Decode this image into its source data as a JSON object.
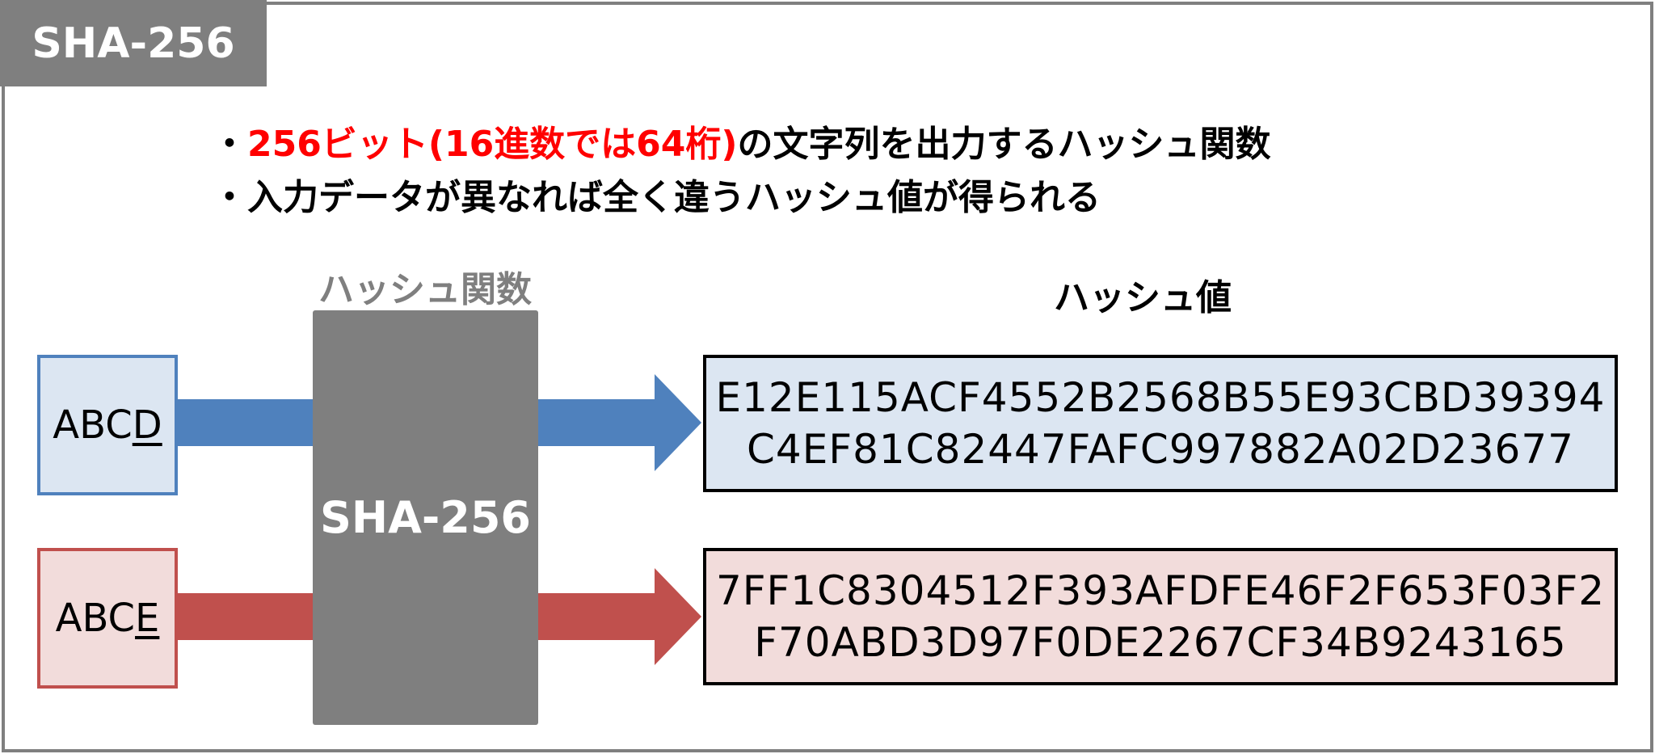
{
  "title": "SHA-256",
  "bullets": [
    {
      "prefix": "・",
      "highlight": "256ビット(16進数では64桁)",
      "text": "の文字列を出力するハッシュ関数"
    },
    {
      "prefix": "・",
      "highlight": "",
      "text": "入力データが異なれば全く違うハッシュ値が得られる"
    }
  ],
  "hash_function_label": "ハッシュ関数",
  "hash_function_name": "SHA-256",
  "hash_value_label": "ハッシュ値",
  "inputs": [
    {
      "base": "ABC",
      "changed": "D",
      "color": "#4f81bd",
      "fill": "#dce6f2"
    },
    {
      "base": "ABC",
      "changed": "E",
      "color": "#c0504d",
      "fill": "#f2dcdb"
    }
  ],
  "outputs": [
    {
      "line1": "E12E115ACF4552B2568B55E93CBD39394",
      "line2": "C4EF81C82447FAFC997882A02D23677"
    },
    {
      "line1": "7FF1C8304512F393AFDFE46F2F653F03F2",
      "line2": "F70ABD3D97F0DE2267CF34B9243165"
    }
  ],
  "colors": {
    "frame": "#7f7f7f",
    "highlight": "#ff0000"
  }
}
